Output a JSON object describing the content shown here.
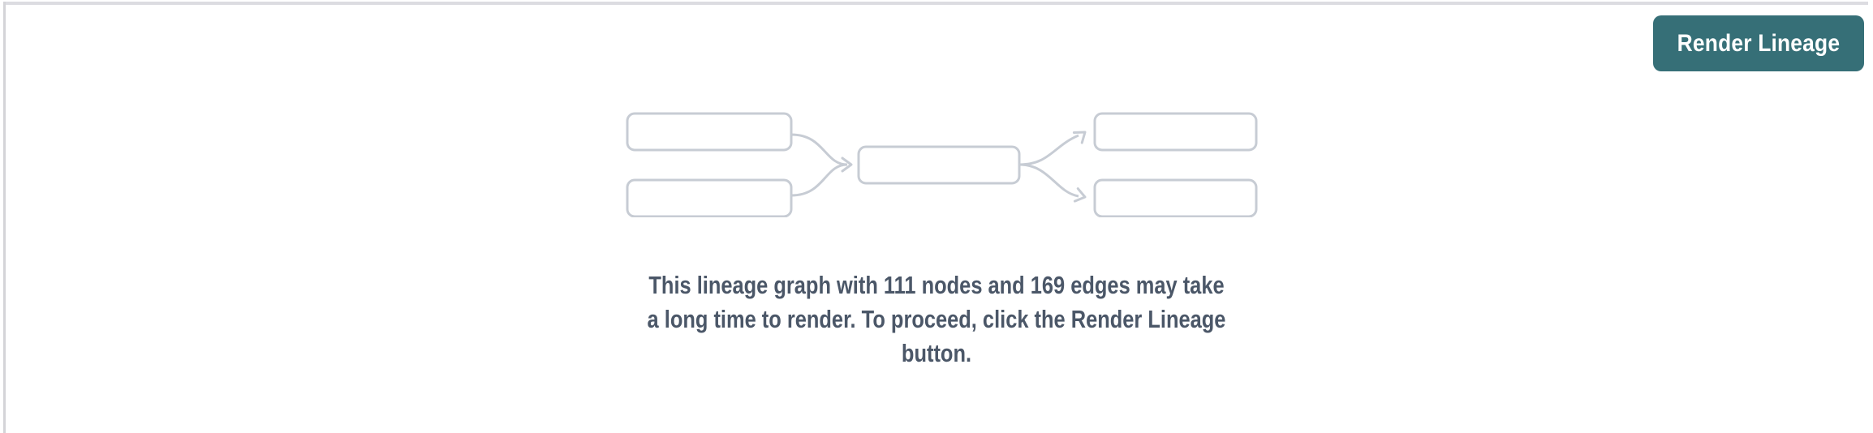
{
  "toolbar": {
    "render_lineage_button": "Render Lineage"
  },
  "message": {
    "full": "This lineage graph with 111 nodes and 169 edges may take a long time to render. To proceed, click the Render Lineage button.",
    "lines": [
      "This lineage graph with 111 nodes and 169 edges may take",
      "a long time to render. To proceed, click the Render Lineage",
      "button."
    ]
  },
  "lineage": {
    "node_count": 111,
    "edge_count": 169
  },
  "icons": {
    "placeholder_graph": "lineage-graph-placeholder-icon"
  },
  "colors": {
    "button_teal": "#366f77",
    "button_text": "#ffffff",
    "message_text": "#4b5768",
    "graph_stroke": "#c7ccd4",
    "panel_top_border": "#dcdce1",
    "panel_left_border": "#d4d4d8",
    "background": "#ffffff"
  }
}
